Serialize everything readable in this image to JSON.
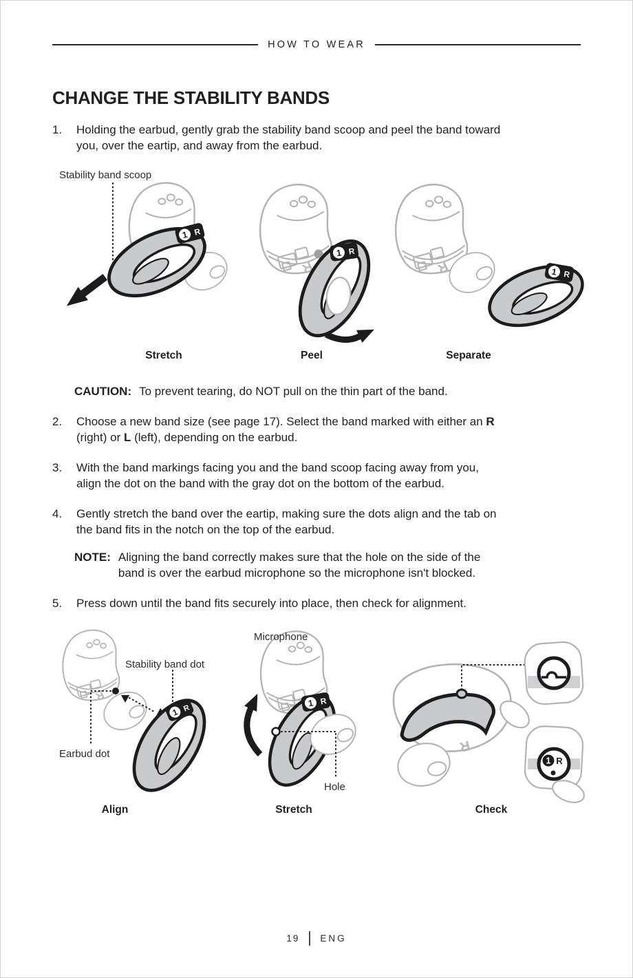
{
  "header": {
    "title": "HOW TO WEAR"
  },
  "title": "CHANGE THE STABILITY BANDS",
  "steps": [
    {
      "num": "1.",
      "line1": "Holding the earbud, gently grab the stability band scoop and peel the band toward",
      "line2": "you, over the eartip, and away from the earbud."
    },
    {
      "num": "2.",
      "line1_pre": "Choose a new band size (see page 17). Select the band marked with either an ",
      "line1_bold": "R",
      "line2_pre": "(right) or ",
      "line2_bold": "L",
      "line2_post": " (left), depending on the earbud."
    },
    {
      "num": "3.",
      "line1": "With the band markings facing you and the band scoop facing away from you,",
      "line2": "align the dot on the band with the gray dot on the bottom of the earbud."
    },
    {
      "num": "4.",
      "line1": "Gently stretch the band over the eartip, making sure the dots align and the tab on",
      "line2": "the band fits in the notch on the top of the earbud."
    },
    {
      "num": "5.",
      "line1": "Press down until the band fits securely into place, then check for alignment."
    }
  ],
  "caution": {
    "label": "CAUTION:",
    "text": "To prevent tearing, do NOT pull on the thin part of the band."
  },
  "note": {
    "label": "NOTE:",
    "line1": "Aligning the band correctly makes sure that the hole on the side of the",
    "line2": "band is over the earbud microphone so the microphone isn't blocked."
  },
  "figure1": {
    "callout_scoop": "Stability band scoop",
    "caption_stretch": "Stretch",
    "caption_peel": "Peel",
    "caption_separate": "Separate"
  },
  "figure2": {
    "callout_microphone": "Microphone",
    "callout_band_dot": "Stability band dot",
    "callout_earbud_dot": "Earbud dot",
    "callout_hole": "Hole",
    "caption_align": "Align",
    "caption_stretch": "Stretch",
    "caption_check": "Check"
  },
  "markings": {
    "band_number": "1",
    "band_letter": "R",
    "earbud_letter": "R"
  },
  "footer": {
    "page_number": "19",
    "language": "ENG"
  },
  "colors": {
    "text": "#231f20",
    "outline_gray": "#b1b3b5",
    "band_fill": "#c9cacb",
    "ink": "#1c1c1c"
  }
}
